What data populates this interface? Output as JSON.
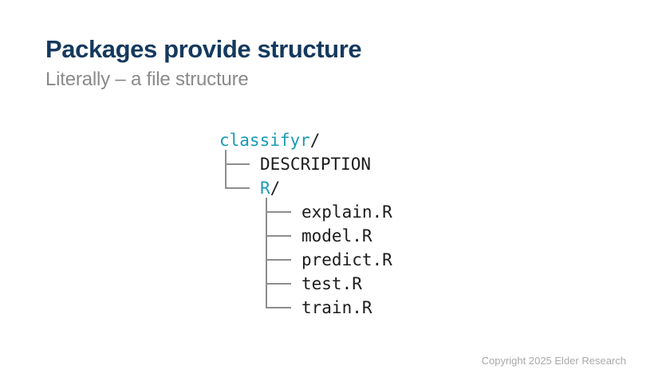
{
  "header": {
    "title": "Packages provide structure",
    "subtitle": "Literally – a file structure"
  },
  "tree": {
    "rows": [
      {
        "name": "classifyr",
        "slash": "/",
        "type": "directory"
      },
      {
        "name": "DESCRIPTION",
        "type": "file"
      },
      {
        "name": "R",
        "slash": "/",
        "type": "directory"
      },
      {
        "name": "explain.R",
        "type": "file"
      },
      {
        "name": "model.R",
        "type": "file"
      },
      {
        "name": "predict.R",
        "type": "file"
      },
      {
        "name": "test.R",
        "type": "file"
      },
      {
        "name": "train.R",
        "type": "file"
      }
    ]
  },
  "footer": {
    "copyright": "Copyright 2025 Elder Research"
  },
  "colors": {
    "title": "#14395e",
    "subtitle": "#8a8a8a",
    "directory_name": "#1a9ab6",
    "file_text": "#1c1c1c",
    "tree_line": "#8e8e8e",
    "footer_text": "#a9a9a9",
    "background": "#ffffff"
  }
}
